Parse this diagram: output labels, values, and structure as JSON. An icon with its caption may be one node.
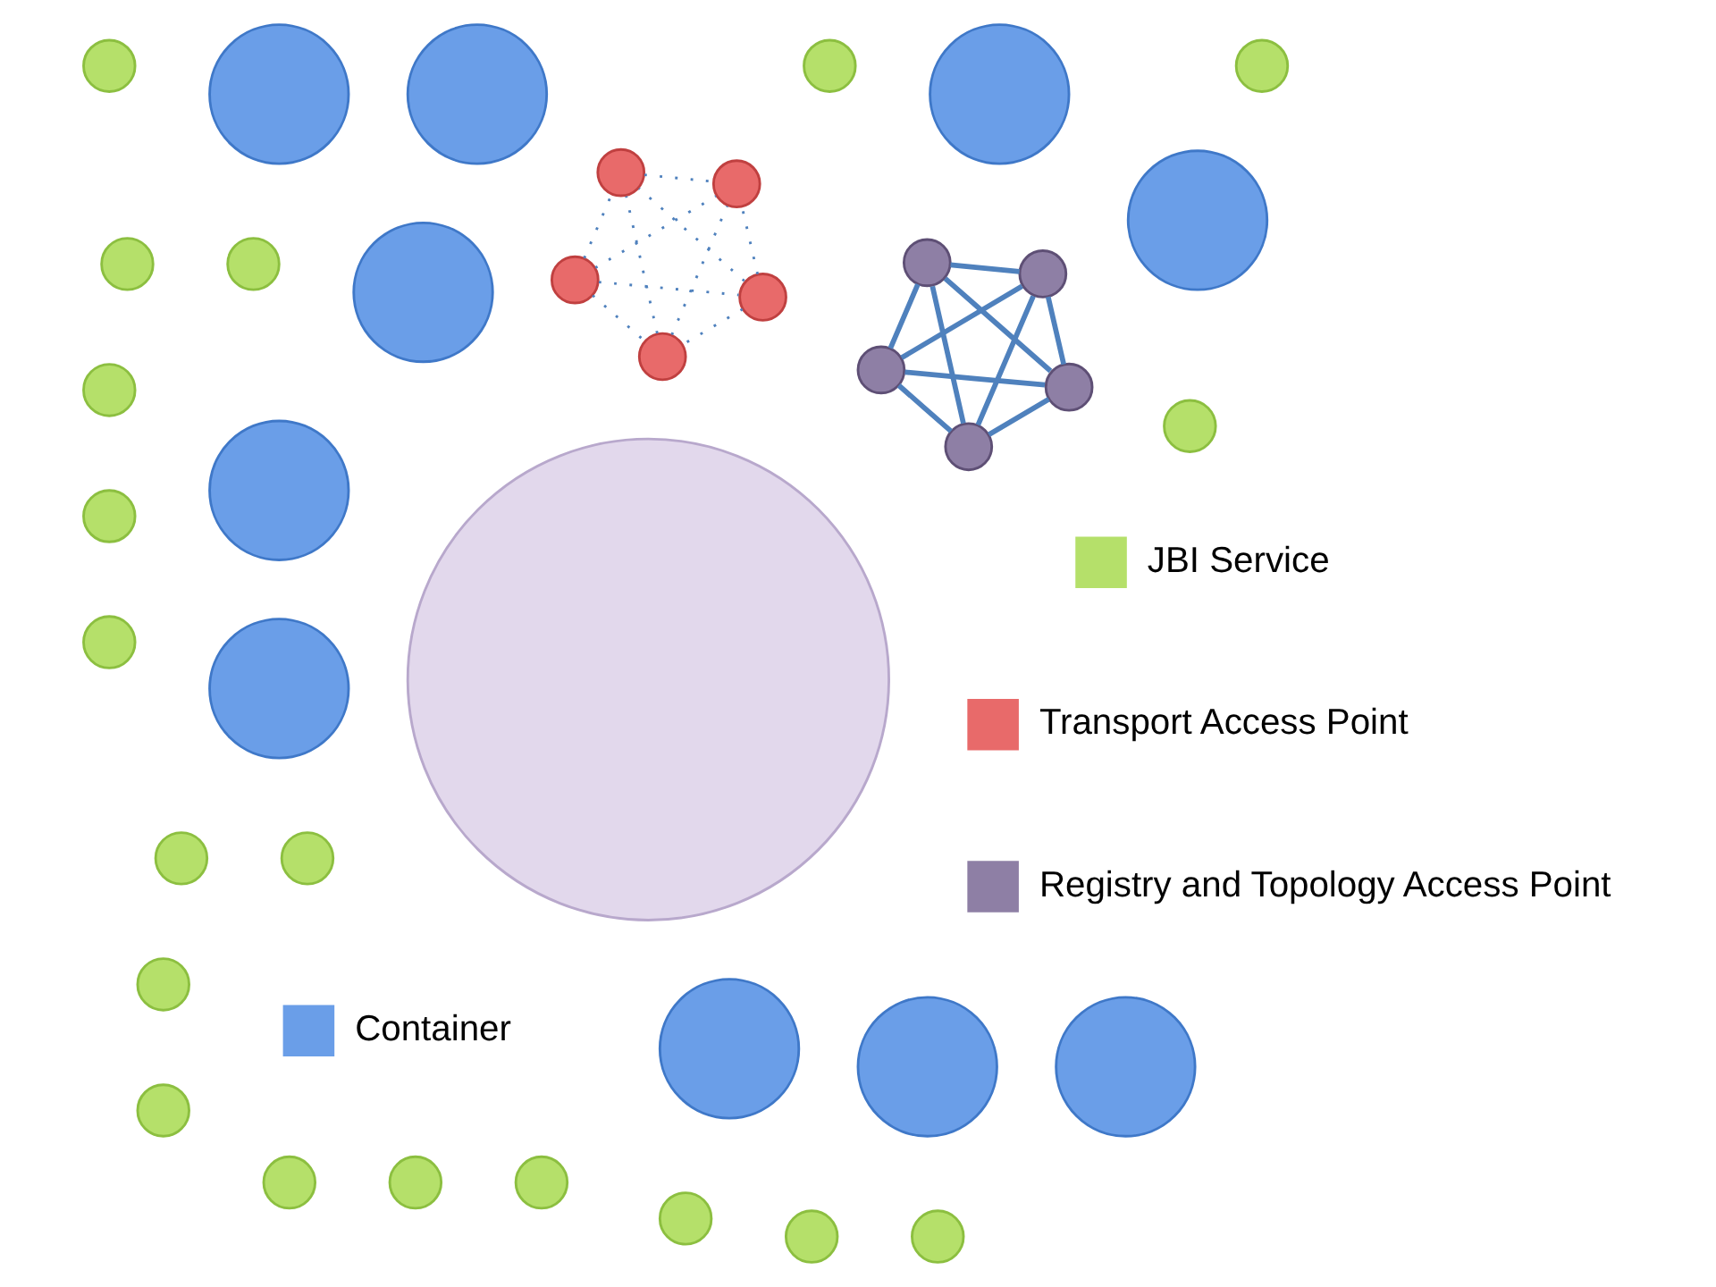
{
  "diagram": {
    "nodes": [
      {
        "text": [],
        "shape": "circle"
      },
      {
        "text": [],
        "shape": "circle"
      },
      {
        "text": [],
        "shape": "circle"
      },
      {
        "text": [],
        "shape": "circle"
      },
      {
        "text": [],
        "shape": "circle"
      },
      {
        "text": [],
        "shape": "circle"
      },
      {
        "text": [],
        "shape": "circle"
      },
      {
        "text": [],
        "shape": "circle"
      },
      {
        "text": [],
        "shape": "circle"
      },
      {
        "text": [],
        "shape": "circle"
      },
      {
        "text": [],
        "shape": "circle"
      },
      {
        "text": [],
        "shape": "circle"
      },
      {
        "text": [],
        "shape": "circle"
      },
      {
        "text": [],
        "shape": "circle"
      },
      {
        "text": [],
        "shape": "circle"
      },
      {
        "text": [],
        "shape": "circle"
      },
      {
        "text": [],
        "shape": "circle"
      },
      {
        "text": [],
        "shape": "circle"
      },
      {
        "text": [],
        "shape": "circle"
      },
      {
        "text": [],
        "shape": "circle"
      },
      {
        "text": [],
        "shape": "circle"
      },
      {
        "text": [],
        "shape": "circle"
      },
      {
        "text": [],
        "shape": "circle"
      },
      {
        "text": [],
        "shape": "circle"
      },
      {
        "text": [],
        "shape": "circle"
      },
      {
        "text": [],
        "shape": "circle"
      },
      {
        "text": [],
        "shape": "circle"
      },
      {
        "text": [],
        "shape": "circle"
      },
      {
        "text": [],
        "shape": "circle"
      },
      {
        "text": [],
        "shape": "circle"
      },
      {
        "text": [],
        "shape": "circle"
      },
      {
        "text": [],
        "shape": "circle"
      },
      {
        "text": [],
        "shape": "circle"
      },
      {
        "text": [],
        "shape": "circle"
      },
      {
        "text": [],
        "shape": "circle"
      },
      {
        "text": [],
        "shape": "circle"
      },
      {
        "text": [],
        "shape": "circle"
      },
      {
        "text": [],
        "shape": "circle"
      },
      {
        "text": [],
        "shape": "circle"
      },
      {
        "text": [],
        "shape": "circle"
      }
    ],
    "edges": [
      {
        "from": 3,
        "to": 6,
        "arrow": "none"
      },
      {
        "from": 3,
        "to": 10,
        "arrow": "none"
      },
      {
        "from": 3,
        "to": 14,
        "arrow": "none"
      },
      {
        "from": 3,
        "to": 19,
        "arrow": "none"
      },
      {
        "from": 6,
        "to": 10,
        "arrow": "none"
      },
      {
        "from": 6,
        "to": 14,
        "arrow": "none"
      },
      {
        "from": 6,
        "to": 19,
        "arrow": "none"
      },
      {
        "from": 10,
        "to": 14,
        "arrow": "none"
      },
      {
        "from": 10,
        "to": 19,
        "arrow": "none"
      },
      {
        "from": 14,
        "to": 19,
        "arrow": "none"
      },
      {
        "from": 24,
        "to": 27,
        "arrow": "none",
        "style": "dashed"
      },
      {
        "from": 24,
        "to": 31,
        "arrow": "none",
        "style": "dashed"
      },
      {
        "from": 24,
        "to": 35,
        "arrow": "none",
        "style": "dashed"
      },
      {
        "from": 24,
        "to": 39,
        "arrow": "none",
        "style": "dashed"
      },
      {
        "from": 27,
        "to": 31,
        "arrow": "none",
        "style": "dashed"
      },
      {
        "from": 27,
        "to": 35,
        "arrow": "none",
        "style": "dashed"
      },
      {
        "from": 27,
        "to": 39,
        "arrow": "none",
        "style": "dashed"
      },
      {
        "from": 31,
        "to": 35,
        "arrow": "none",
        "style": "dashed"
      },
      {
        "from": 31,
        "to": 39,
        "arrow": "none",
        "style": "dashed"
      },
      {
        "from": 35,
        "to": 39,
        "arrow": "none",
        "style": "dashed"
      }
    ],
    "legend": [
      {
        "text": "Container",
        "color": "#6a9ee8"
      },
      {
        "text": "JBI Service",
        "color": "#b5e06a"
      },
      {
        "text": "Transport Access Point",
        "color": "#e86a6a"
      },
      {
        "text": "Registry and Topology Access Point",
        "color": "#8e7fa5"
      }
    ]
  }
}
